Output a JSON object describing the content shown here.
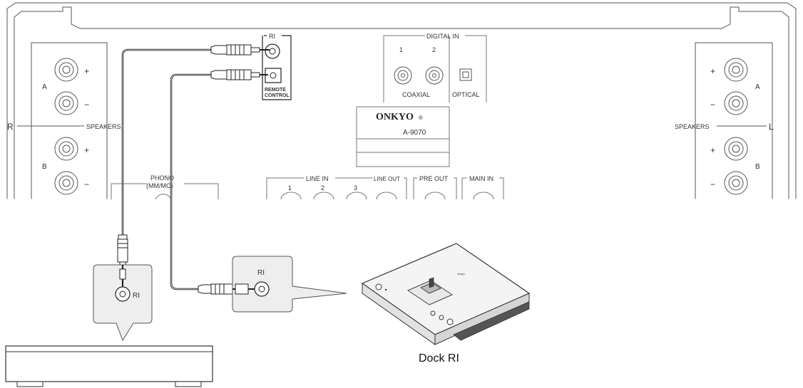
{
  "panel": {
    "speakers_left_label": "SPEAKERS",
    "speakers_right_label": "SPEAKERS",
    "channel_r": "R",
    "channel_l": "L",
    "set_a": "A",
    "set_b": "B",
    "plus": "+",
    "minus": "−",
    "ri_label": "RI",
    "remote_control_line1": "REMOTE",
    "remote_control_line2": "CONTROL",
    "digital_in": "DIGITAL IN",
    "digital_1": "1",
    "digital_2": "2",
    "coaxial": "COAXIAL",
    "optical": "OPTICAL",
    "brand": "ONKYO",
    "registered": "®",
    "model": "A-9070",
    "phono_line1": "PHONO",
    "phono_line2": "(MM/MC)",
    "line_in": "LINE IN",
    "line_in_1": "1",
    "line_in_2": "2",
    "line_in_3": "3",
    "line_out": "LINE OUT",
    "pre_out": "PRE OUT",
    "main_in": "MAIN IN"
  },
  "callouts": {
    "left_ri": "RI",
    "dock_ri": "RI"
  },
  "devices": {
    "dock_caption": "Dock RI",
    "dock_logo": "onkyo"
  },
  "colors": {
    "line": "#555555",
    "cable": "#222222",
    "callout_fill": "#eeeeee"
  }
}
